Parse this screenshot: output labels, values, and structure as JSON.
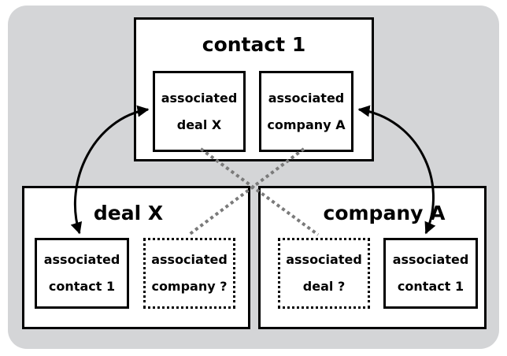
{
  "contact": {
    "title": "contact 1",
    "items": [
      {
        "line1": "associated",
        "line2": "deal X"
      },
      {
        "line1": "associated",
        "line2": "company A"
      }
    ]
  },
  "deal": {
    "title": "deal X",
    "items": [
      {
        "line1": "associated",
        "line2": "contact 1"
      },
      {
        "line1": "associated",
        "line2": "company ?"
      }
    ]
  },
  "company": {
    "title": "company A",
    "items": [
      {
        "line1": "associated",
        "line2": "deal ?"
      },
      {
        "line1": "associated",
        "line2": "contact 1"
      }
    ]
  }
}
